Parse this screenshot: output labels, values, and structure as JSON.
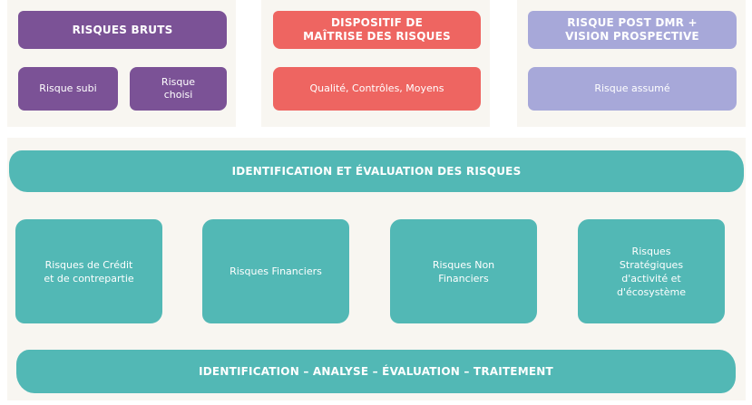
{
  "columns": [
    {
      "header": "RISQUES BRUTS",
      "items": [
        "Risque subi",
        "Risque\nchoisi"
      ],
      "color": "#7b5296"
    },
    {
      "header": "DISPOSITIF DE\nMAÎTRISE DES RISQUES",
      "items": [
        "Qualité, Contrôles, Moyens"
      ],
      "color": "#ee6561"
    },
    {
      "header": "RISQUE POST DMR +\nVISION PROSPECTIVE",
      "items": [
        "Risque assumé"
      ],
      "color": "#a7a8d9"
    }
  ],
  "identification": {
    "title": "IDENTIFICATION ET ÉVALUATION DES RISQUES",
    "categories": [
      "Risques de Crédit\net de contrepartie",
      "Risques Financiers",
      "Risques Non\nFinanciers",
      "Risques\nStratégiques\nd'activité et\nd'écosystème"
    ],
    "color": "#52b8b5"
  },
  "process": {
    "title": "IDENTIFICATION – ANALYSE – ÉVALUATION – TRAITEMENT"
  },
  "background_color": "#f8f6f1"
}
